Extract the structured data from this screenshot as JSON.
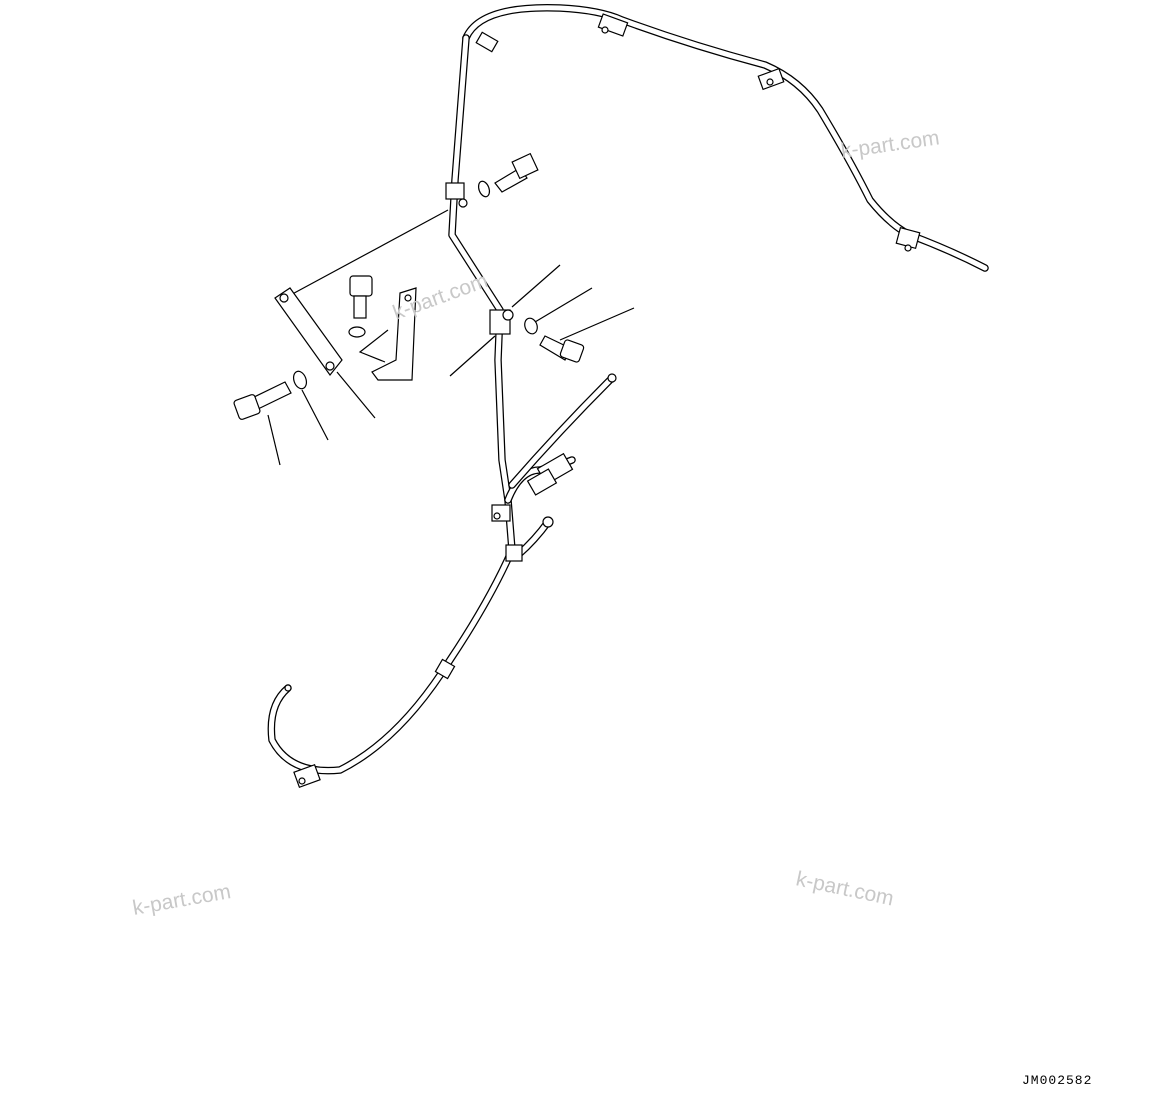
{
  "drawing": {
    "code": "JM002582",
    "watermarks": [
      "k-part.com",
      "k-part.com",
      "k-part.com",
      "k-part.com"
    ]
  },
  "parts": {
    "items": [
      {
        "name": "upper-hose-clamp"
      },
      {
        "name": "bolt-upper"
      },
      {
        "name": "washer-upper"
      },
      {
        "name": "support-plate"
      },
      {
        "name": "bracket"
      },
      {
        "name": "bolt-left"
      },
      {
        "name": "washer-left"
      },
      {
        "name": "middle-clamp"
      },
      {
        "name": "washer-right"
      },
      {
        "name": "bolt-right"
      },
      {
        "name": "connector"
      },
      {
        "name": "lower-clamp"
      }
    ]
  }
}
